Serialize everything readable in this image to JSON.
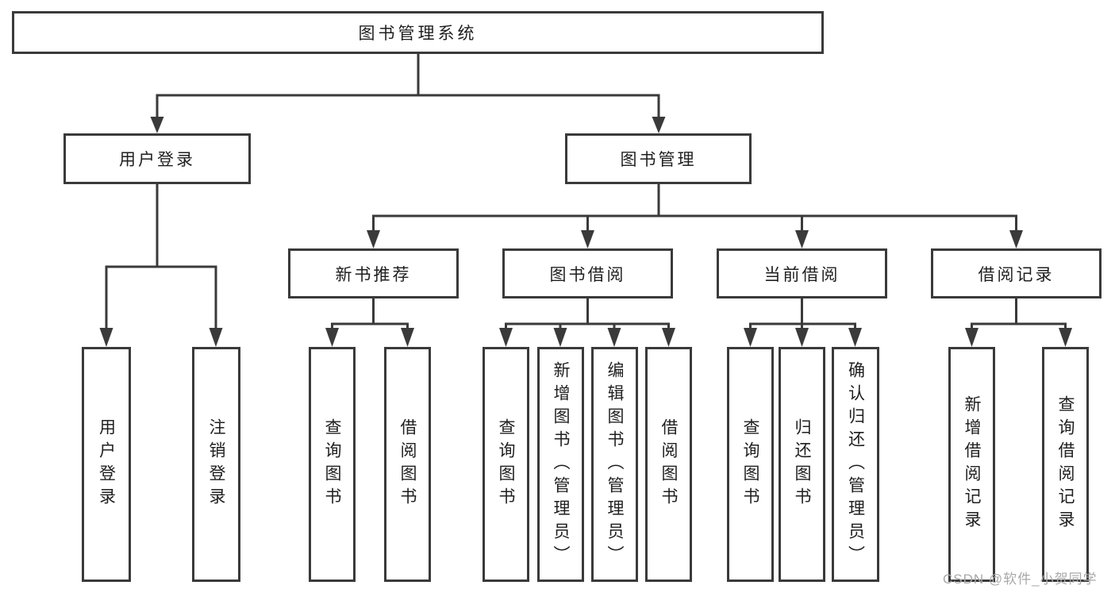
{
  "tree": {
    "root": {
      "label": "图书管理系统"
    },
    "login": {
      "label": "用户登录",
      "children": [
        {
          "label": "用户登录"
        },
        {
          "label": "注销登录"
        }
      ]
    },
    "mgmt": {
      "label": "图书管理",
      "children": [
        {
          "label": "新书推荐",
          "children": [
            {
              "label": "查询图书"
            },
            {
              "label": "借阅图书"
            }
          ]
        },
        {
          "label": "图书借阅",
          "children": [
            {
              "label": "查询图书"
            },
            {
              "label": "新增图书（管理员）"
            },
            {
              "label": "编辑图书（管理员）"
            },
            {
              "label": "借阅图书"
            }
          ]
        },
        {
          "label": "当前借阅",
          "children": [
            {
              "label": "查询图书"
            },
            {
              "label": "归还图书"
            },
            {
              "label": "确认归还（管理员）"
            }
          ]
        },
        {
          "label": "借阅记录",
          "children": [
            {
              "label": "新增借阅记录"
            },
            {
              "label": "查询借阅记录"
            }
          ]
        }
      ]
    }
  },
  "watermark": {
    "text": "CSDN @软件_小贺同学"
  },
  "colors": {
    "line": "#3a3a3a",
    "text": "#1f1f1f",
    "watermark": "#a9a9a9",
    "background": "#ffffff"
  }
}
